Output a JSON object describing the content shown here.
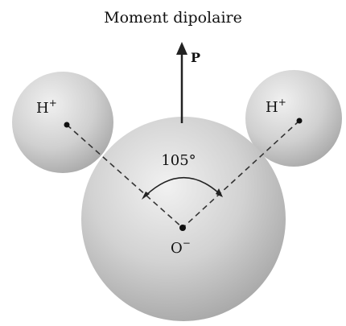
{
  "diagram": {
    "title": "Moment dipolaire",
    "vector_label": "P",
    "angle_label": "105°",
    "atoms": [
      {
        "id": "hydrogen-left",
        "symbol": "H",
        "charge": "+"
      },
      {
        "id": "hydrogen-right",
        "symbol": "H",
        "charge": "+"
      },
      {
        "id": "oxygen",
        "symbol": "O",
        "charge": "−"
      }
    ]
  }
}
